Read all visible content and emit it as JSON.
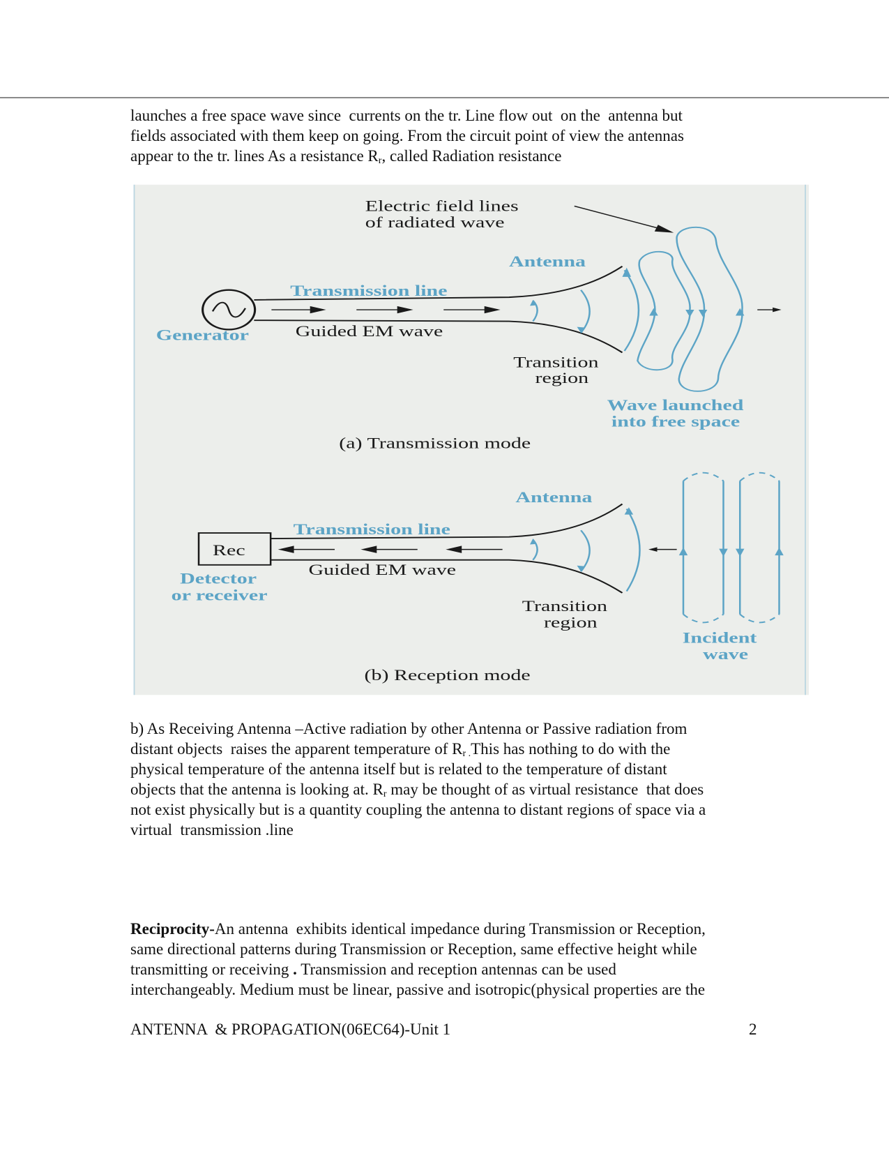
{
  "para1": {
    "l1": "launches a free space wave since  currents on the tr. Line flow out  on the  antenna but",
    "l2": "fields associated with them keep on going. From the circuit point of view the antennas",
    "l3a": "appear to the tr. lines As a resistance R",
    "l3sub": "r",
    "l3b": ", called Radiation resistance"
  },
  "figure": {
    "a": {
      "efield_1": "Electric field lines",
      "efield_2": "of radiated wave",
      "antenna": "Antenna",
      "tline": "Transmission line",
      "generator": "Generator",
      "guided": "Guided EM wave",
      "transition_1": "Transition",
      "transition_2": "region",
      "launched_1": "Wave launched",
      "launched_2": "into free space",
      "caption": "(a)  Transmission mode"
    },
    "b": {
      "antenna": "Antenna",
      "tline": "Transmission line",
      "rec": "Rec",
      "detector_1": "Detector",
      "detector_2": "or receiver",
      "guided": "Guided EM wave",
      "transition_1": "Transition",
      "transition_2": "region",
      "incident_1": "Incident",
      "incident_2": "wave",
      "caption": "(b)  Reception mode"
    },
    "colors": {
      "accent_blue": "#5ca4c6",
      "background": "#eceeeb",
      "ink": "#1a1a1a"
    }
  },
  "para2": {
    "l1": "b) As Receiving Antenna –Active radiation by other Antenna or Passive radiation from",
    "l2a": "distant objects  raises the apparent temperature of R",
    "l2sub": "r .",
    "l2b": "This has nothing to do with the",
    "l3": "physical temperature of the antenna itself but is related to the temperature of distant",
    "l4a": "objects that the antenna is looking at. R",
    "l4sub": "r",
    "l4b": " may be thought of as virtual resistance  that does",
    "l5": "not exist physically but is a quantity coupling the antenna to distant regions of space via a",
    "l6": "virtual  transmission .line"
  },
  "para3": {
    "l1bold": "Reciprocity-",
    "l1": "An antenna  exhibits identical impedance during Transmission or Reception,",
    "l2": "same directional patterns during Transmission or Reception, same effective height while",
    "l3a": "transmitting or receiving ",
    "l3bold": ".",
    "l3b": " Transmission and reception antennas can be used",
    "l4": "interchangeably. Medium must be linear, passive and isotropic(physical properties are the"
  },
  "footer": {
    "title": "ANTENNA  & PROPAGATION(06EC64)-Unit 1",
    "page_number": "2"
  }
}
